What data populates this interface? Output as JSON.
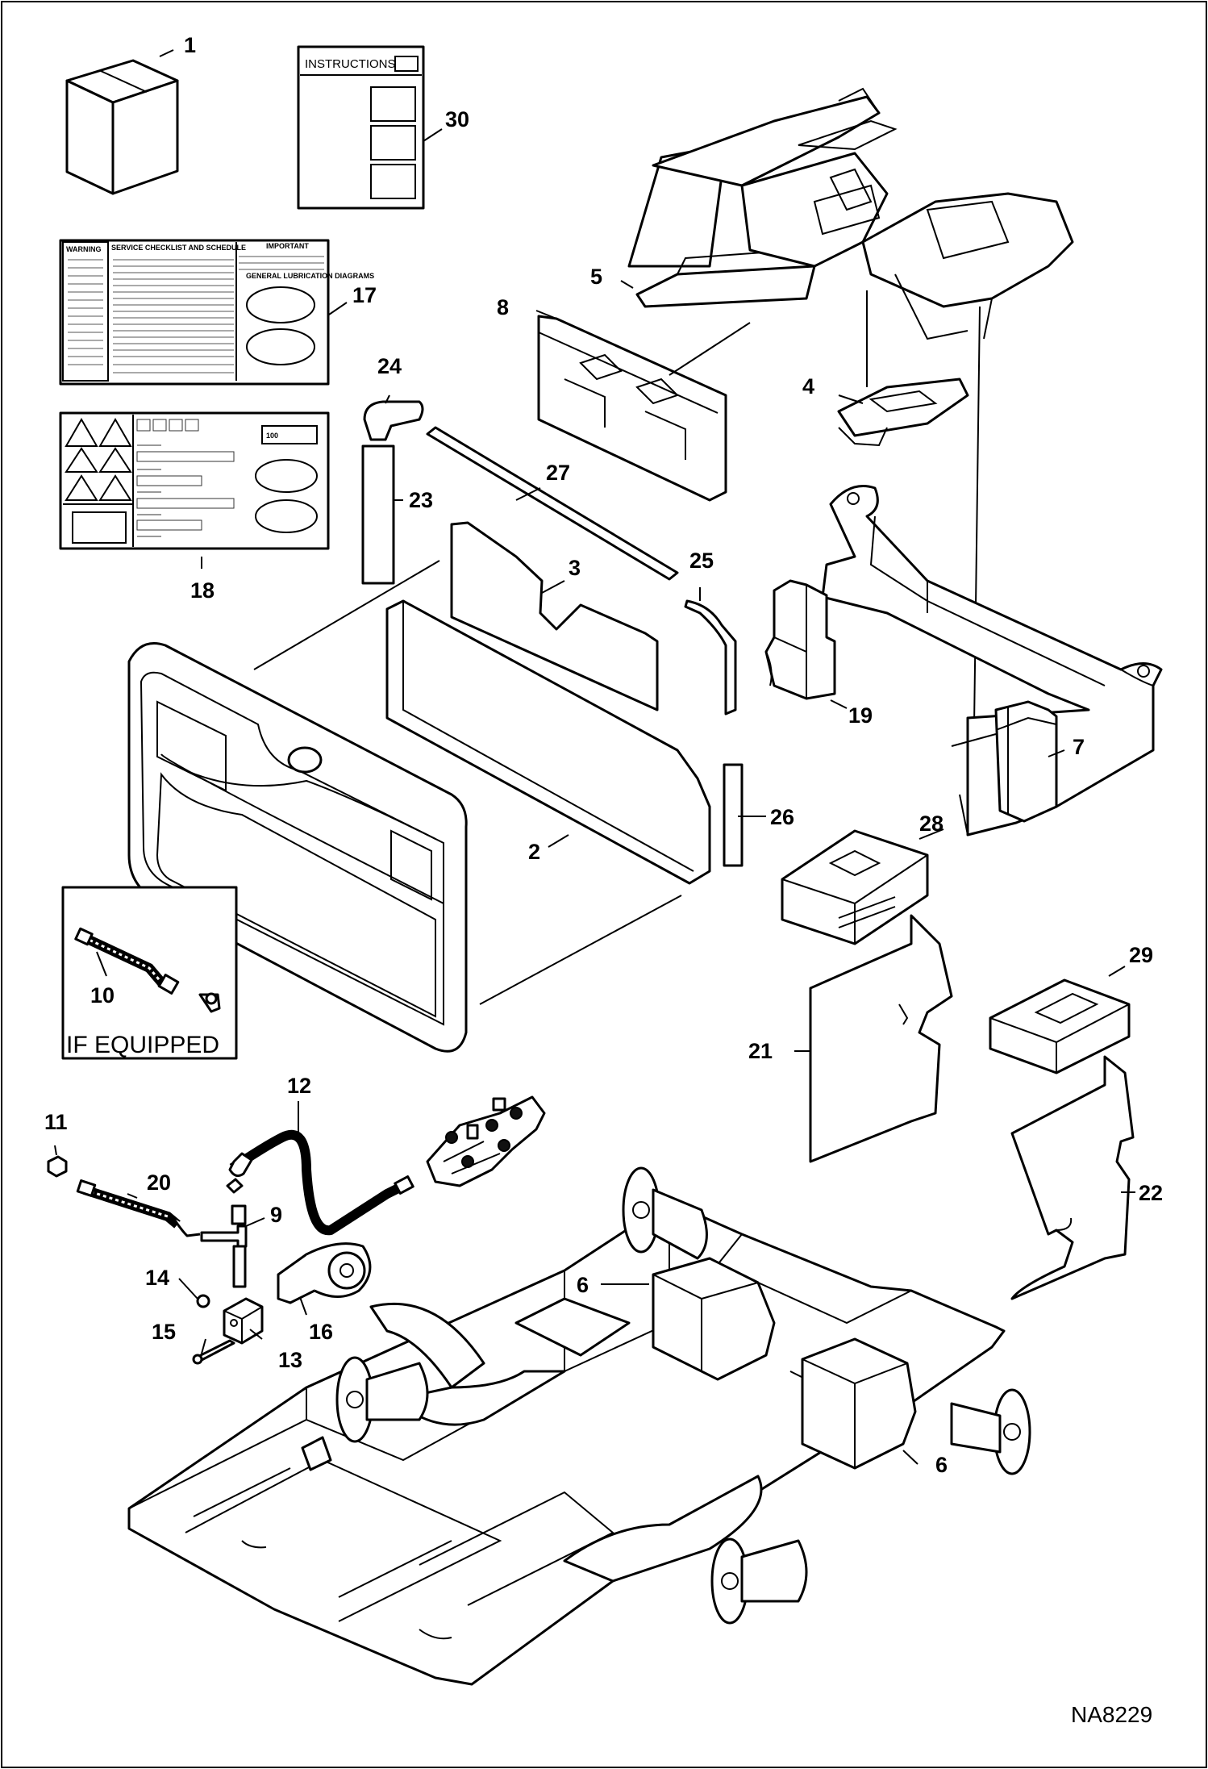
{
  "drawing": {
    "id": "NA8229",
    "if_equipped_label": "IF EQUIPPED",
    "instructions_label": "INSTRUCTIONS"
  },
  "decal_17": {
    "warning": "WARNING",
    "checklist_title": "SERVICE CHECKLIST AND SCHEDULE",
    "important": "IMPORTANT",
    "lube_title": "GENERAL LUBRICATION DIAGRAMS"
  },
  "decal_18": {
    "value": "100"
  },
  "callouts": {
    "c1": "1",
    "c2": "2",
    "c3": "3",
    "c4": "4",
    "c5": "5",
    "c6a": "6",
    "c6b": "6",
    "c7": "7",
    "c8": "8",
    "c9": "9",
    "c10": "10",
    "c11": "11",
    "c12": "12",
    "c13": "13",
    "c14": "14",
    "c15": "15",
    "c16": "16",
    "c17": "17",
    "c18": "18",
    "c19": "19",
    "c20": "20",
    "c21": "21",
    "c22": "22",
    "c23": "23",
    "c24": "24",
    "c25": "25",
    "c26": "26",
    "c27": "27",
    "c28": "28",
    "c29": "29",
    "c30": "30"
  }
}
